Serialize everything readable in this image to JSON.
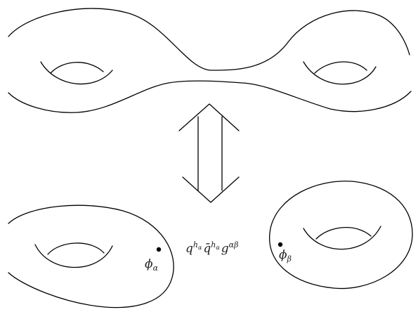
{
  "labels": {
    "phi": "ϕ",
    "alpha": "α",
    "beta": "β",
    "q": "q",
    "qbar": "q̄",
    "g": "g",
    "h": "h",
    "alphabeta": "αβ"
  },
  "colors": {
    "stroke": "#000000",
    "text": "#222222",
    "background": "#ffffff"
  },
  "icons": {
    "arrow": "double-headed-vertical-arrow-icon",
    "point": "marked-point-icon"
  }
}
